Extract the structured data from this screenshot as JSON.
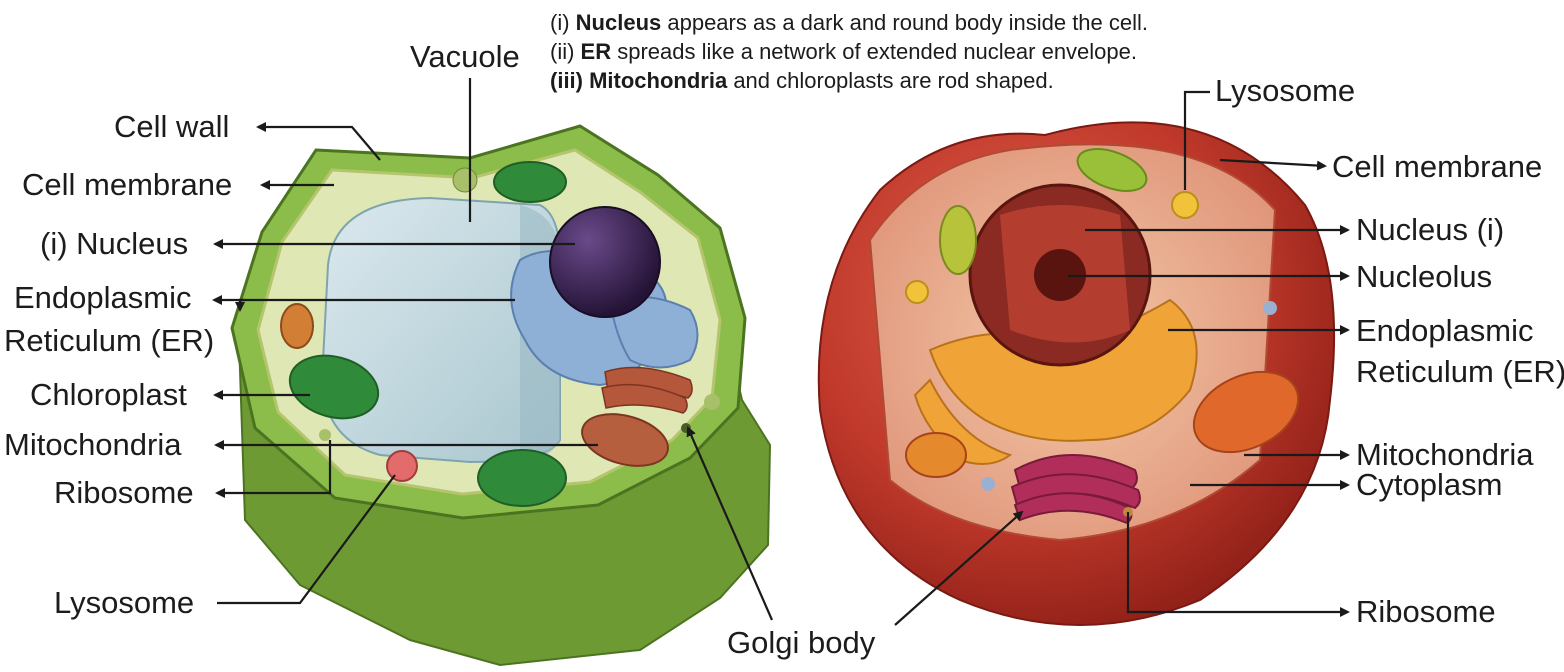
{
  "notes": {
    "line1": {
      "bold": "Nucleus",
      "prefix": "(i) ",
      "rest": " appears as a dark and round body inside the cell."
    },
    "line2": {
      "bold": "ER",
      "prefix": "(ii) ",
      "rest": " spreads like a network of extended nuclear envelope."
    },
    "line3": {
      "bold": "(iii) Mitochondria",
      "prefix": "",
      "rest": " and chloroplasts are rod shaped."
    }
  },
  "plant_labels": {
    "vacuole": "Vacuole",
    "cell_wall": "Cell wall",
    "cell_membrane": "Cell membrane",
    "nucleus": "(i) Nucleus",
    "er_line1": "Endoplasmic",
    "er_line2": "Reticulum (ER)",
    "chloroplast": "Chloroplast",
    "mitochondria": "Mitochondria",
    "ribosome": "Ribosome",
    "lysosome": "Lysosome"
  },
  "shared_labels": {
    "golgi_body": "Golgi body"
  },
  "animal_labels": {
    "lysosome": "Lysosome",
    "cell_membrane": "Cell membrane",
    "nucleus": "Nucleus (i)",
    "nucleolus": "Nucleolus",
    "er_line1": "Endoplasmic",
    "er_line2": "Reticulum (ER)",
    "mitochondria": "Mitochondria",
    "cytoplasm": "Cytoplasm",
    "ribosome": "Ribosome"
  }
}
